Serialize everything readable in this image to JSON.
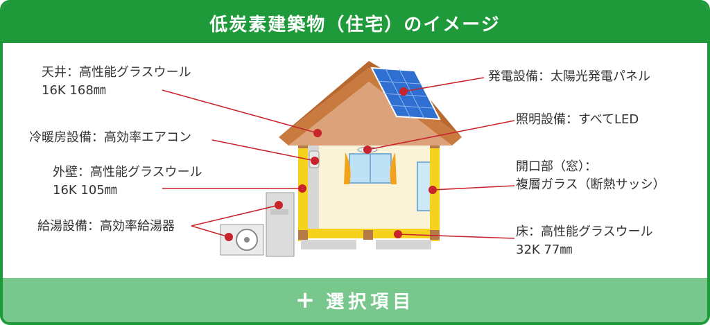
{
  "header": {
    "title": "低炭素建築物（住宅）のイメージ"
  },
  "footer": {
    "plus_glyph": "+",
    "label": "選択項目"
  },
  "labels": {
    "ceiling": {
      "line1": "天井：高性能グラスウール",
      "line2": "16K 168㎜"
    },
    "hvac": {
      "line1": "冷暖房設備：高効率エアコン"
    },
    "exterior_wall": {
      "line1": "外壁：高性能グラスウール",
      "line2": "16K 105㎜"
    },
    "hot_water": {
      "line1": "給湯設備：高効率給湯器"
    },
    "power": {
      "line1": "発電設備：太陽光発電パネル"
    },
    "lighting": {
      "line1": "照明設備：すべてLED"
    },
    "opening": {
      "line1": "開口部（窓）：",
      "line2": "複層ガラス（断熱サッシ）"
    },
    "floor": {
      "line1": "床：高性能グラスウール",
      "line2": "32K 77㎜"
    }
  },
  "colors": {
    "brand_green": "#1e9a3a",
    "footer_green": "#78c88e",
    "roof": "#c97a3e",
    "insulation_yellow": "#f5d31c",
    "callout_red": "#c8242b",
    "solar_blue": "#2f6fd1"
  },
  "icons": [
    "solar-panel-icon",
    "air-conditioner-icon",
    "water-heater-icon",
    "led-light-icon",
    "window-icon"
  ]
}
